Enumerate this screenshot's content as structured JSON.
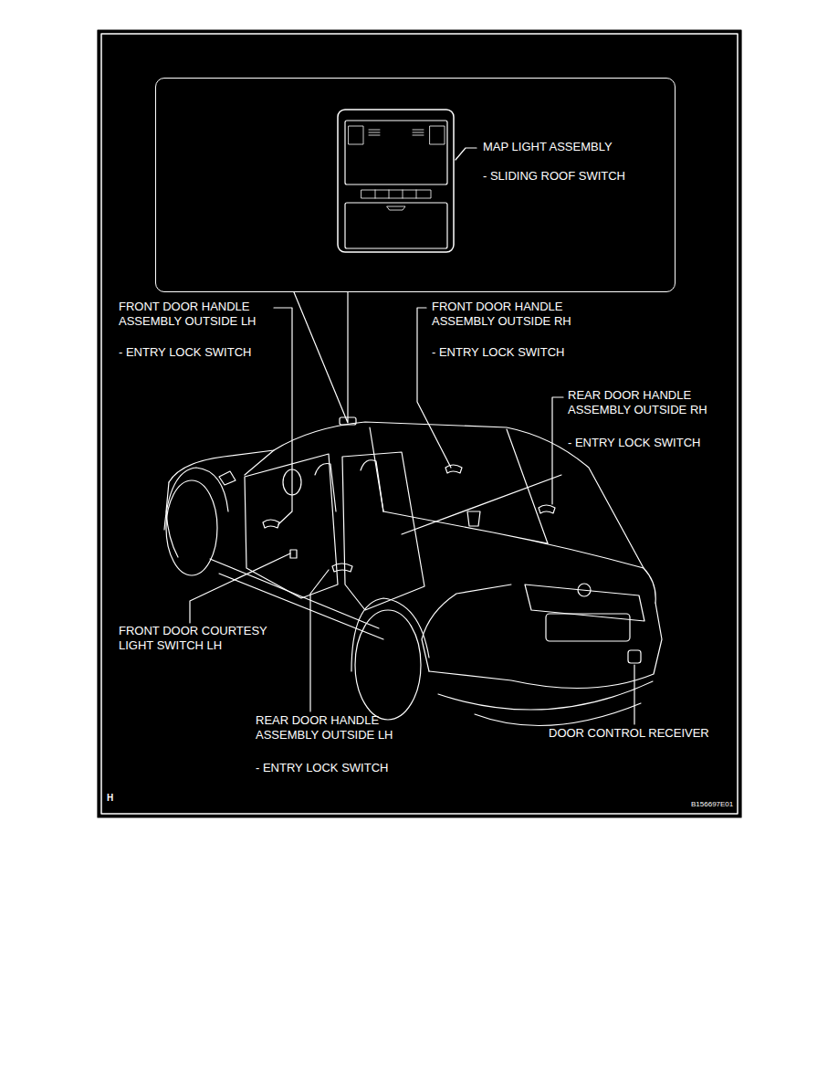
{
  "diagram": {
    "nodes": [
      {
        "text": [
          "MAP LIGHT ASSEMBLY",
          "- SLIDING ROOF SWITCH"
        ]
      }
    ],
    "labels": [
      "FRONT DOOR HANDLE ASSEMBLY OUTSIDE LH",
      "- ENTRY LOCK SWITCH",
      "FRONT DOOR HANDLE ASSEMBLY OUTSIDE RH",
      "- ENTRY LOCK SWITCH",
      "REAR DOOR HANDLE ASSEMBLY OUTSIDE RH",
      "- ENTRY LOCK SWITCH",
      "FRONT DOOR COURTESY LIGHT SWITCH LH",
      "REAR DOOR HANDLE ASSEMBLY OUTSIDE LH",
      "- ENTRY LOCK SWITCH",
      "DOOR CONTROL RECEIVER",
      "H",
      "B156697E01"
    ]
  }
}
